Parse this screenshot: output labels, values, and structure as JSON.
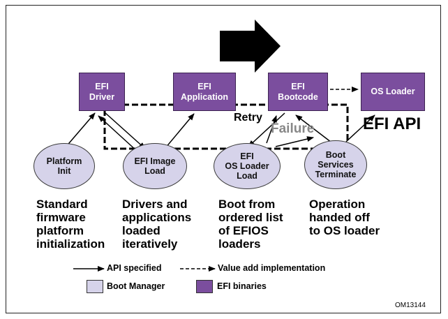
{
  "boxes": {
    "efi_driver": [
      "EFI",
      "Driver"
    ],
    "efi_application": [
      "EFI",
      "Application"
    ],
    "efi_bootcode": [
      "EFI",
      "Bootcode"
    ],
    "os_loader": "OS Loader"
  },
  "ellipses": {
    "platform_init": [
      "Platform",
      "Init"
    ],
    "efi_image_load": [
      "EFI Image",
      "Load"
    ],
    "efi_os_loader_load": [
      "EFI",
      "OS Loader",
      "Load"
    ],
    "boot_services_terminate": [
      "Boot",
      "Services",
      "Terminate"
    ]
  },
  "labels": {
    "retry": "Retry",
    "failure": "Failure",
    "efi_api": "EFI API"
  },
  "descriptions": {
    "col1": [
      "Standard",
      "firmware",
      "platform",
      "initialization"
    ],
    "col2": [
      "Drivers and",
      "applications",
      "loaded",
      "iteratively"
    ],
    "col3": [
      "Boot from",
      "ordered list",
      "of EFIOS",
      "loaders"
    ],
    "col4": [
      "Operation",
      "handed off",
      "to OS loader"
    ]
  },
  "legend": {
    "api_specified": "API specified",
    "value_add": "Value add implementation",
    "boot_manager": "Boot Manager",
    "efi_binaries": "EFI binaries"
  },
  "colors": {
    "efi_binary_fill": "#7b4e9e",
    "boot_manager_fill": "#d6d3ea",
    "failure_text": "#888888"
  },
  "figure_code": "OM13144"
}
